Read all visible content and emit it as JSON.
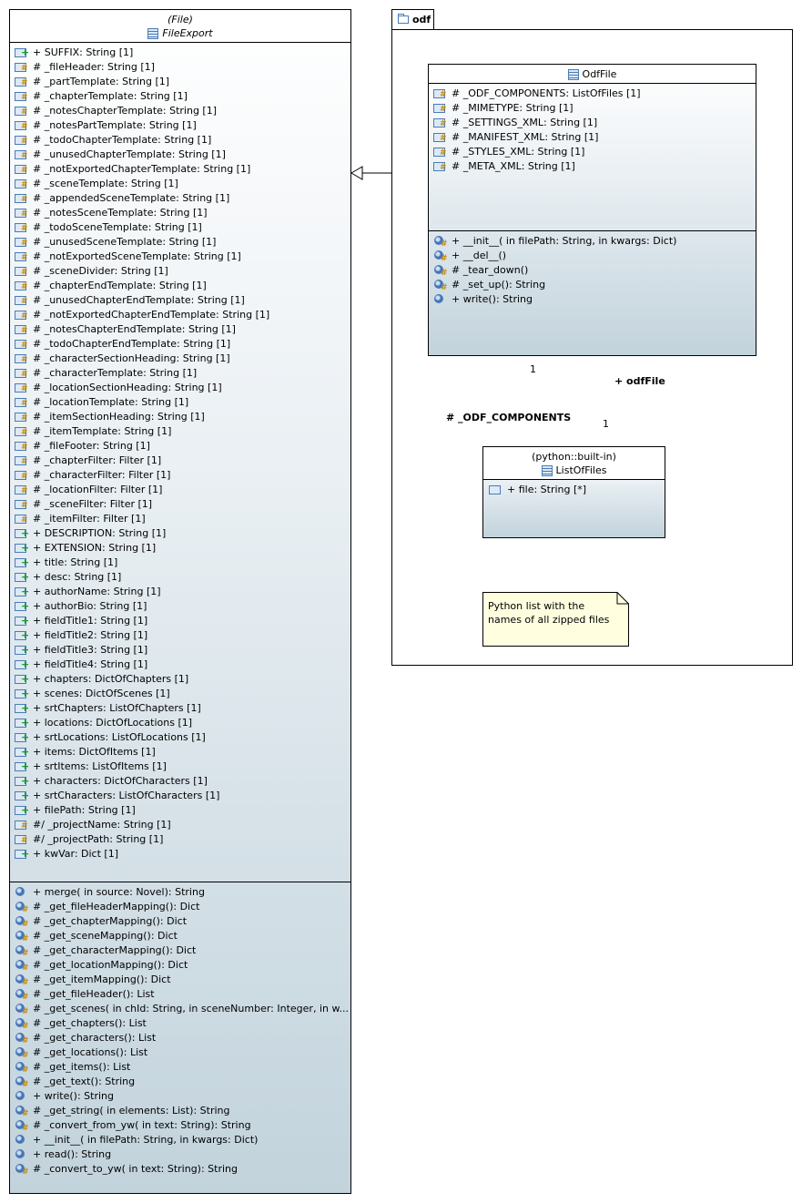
{
  "package": {
    "name": "odf",
    "icon": "folder-icon"
  },
  "file_export": {
    "stereotype": "(File)",
    "name": "FileExport",
    "attributes": [
      {
        "vis": "pub",
        "text": "+ SUFFIX: String [1]"
      },
      {
        "vis": "prot",
        "text": "# _fileHeader: String [1]"
      },
      {
        "vis": "prot",
        "text": "# _partTemplate: String [1]"
      },
      {
        "vis": "prot",
        "text": "# _chapterTemplate: String [1]"
      },
      {
        "vis": "prot",
        "text": "# _notesChapterTemplate: String [1]"
      },
      {
        "vis": "prot",
        "text": "# _notesPartTemplate: String [1]"
      },
      {
        "vis": "prot",
        "text": "# _todoChapterTemplate: String [1]"
      },
      {
        "vis": "prot",
        "text": "# _unusedChapterTemplate: String [1]"
      },
      {
        "vis": "prot",
        "text": "# _notExportedChapterTemplate: String [1]"
      },
      {
        "vis": "prot",
        "text": "# _sceneTemplate: String [1]"
      },
      {
        "vis": "prot",
        "text": "# _appendedSceneTemplate: String [1]"
      },
      {
        "vis": "prot",
        "text": "# _notesSceneTemplate: String [1]"
      },
      {
        "vis": "prot",
        "text": "# _todoSceneTemplate: String [1]"
      },
      {
        "vis": "prot",
        "text": "# _unusedSceneTemplate: String [1]"
      },
      {
        "vis": "prot",
        "text": "# _notExportedSceneTemplate: String [1]"
      },
      {
        "vis": "prot",
        "text": "# _sceneDivider: String [1]"
      },
      {
        "vis": "prot",
        "text": "# _chapterEndTemplate: String [1]"
      },
      {
        "vis": "prot",
        "text": "# _unusedChapterEndTemplate: String [1]"
      },
      {
        "vis": "prot",
        "text": "# _notExportedChapterEndTemplate: String [1]"
      },
      {
        "vis": "prot",
        "text": "# _notesChapterEndTemplate: String [1]"
      },
      {
        "vis": "prot",
        "text": "# _todoChapterEndTemplate: String [1]"
      },
      {
        "vis": "prot",
        "text": "# _characterSectionHeading: String [1]"
      },
      {
        "vis": "prot",
        "text": "# _characterTemplate: String [1]"
      },
      {
        "vis": "prot",
        "text": "# _locationSectionHeading: String [1]"
      },
      {
        "vis": "prot",
        "text": "# _locationTemplate: String [1]"
      },
      {
        "vis": "prot",
        "text": "# _itemSectionHeading: String [1]"
      },
      {
        "vis": "prot",
        "text": "# _itemTemplate: String [1]"
      },
      {
        "vis": "prot",
        "text": "# _fileFooter: String [1]"
      },
      {
        "vis": "prot",
        "text": "# _chapterFilter: Filter [1]"
      },
      {
        "vis": "prot",
        "text": "# _characterFilter: Filter [1]"
      },
      {
        "vis": "prot",
        "text": "# _locationFilter: Filter [1]"
      },
      {
        "vis": "prot",
        "text": "# _sceneFilter: Filter [1]"
      },
      {
        "vis": "prot",
        "text": "# _itemFilter: Filter [1]"
      },
      {
        "vis": "pub",
        "text": "+ DESCRIPTION: String [1]"
      },
      {
        "vis": "pub",
        "text": "+ EXTENSION: String [1]"
      },
      {
        "vis": "pub",
        "text": "+ title: String [1]"
      },
      {
        "vis": "pub",
        "text": "+ desc: String [1]"
      },
      {
        "vis": "pub",
        "text": "+ authorName: String [1]"
      },
      {
        "vis": "pub",
        "text": "+ authorBio: String [1]"
      },
      {
        "vis": "pub",
        "text": "+ fieldTitle1: String [1]"
      },
      {
        "vis": "pub",
        "text": "+ fieldTitle2: String [1]"
      },
      {
        "vis": "pub",
        "text": "+ fieldTitle3: String [1]"
      },
      {
        "vis": "pub",
        "text": "+ fieldTitle4: String [1]"
      },
      {
        "vis": "pub",
        "text": "+ chapters: DictOfChapters [1]"
      },
      {
        "vis": "pub",
        "text": "+ scenes: DictOfScenes [1]"
      },
      {
        "vis": "pub",
        "text": "+ srtChapters: ListOfChapters [1]"
      },
      {
        "vis": "pub",
        "text": "+ locations: DictOfLocations [1]"
      },
      {
        "vis": "pub",
        "text": "+ srtLocations: ListOfLocations [1]"
      },
      {
        "vis": "pub",
        "text": "+ items: DictOfItems [1]"
      },
      {
        "vis": "pub",
        "text": "+ srtItems: ListOfItems [1]"
      },
      {
        "vis": "pub",
        "text": "+ characters: DictOfCharacters [1]"
      },
      {
        "vis": "pub",
        "text": "+ srtCharacters: ListOfCharacters [1]"
      },
      {
        "vis": "pub",
        "text": "+ filePath: String [1]"
      },
      {
        "vis": "prot",
        "text": "#/ _projectName: String [1]"
      },
      {
        "vis": "prot",
        "text": "#/ _projectPath: String [1]"
      },
      {
        "vis": "pub",
        "text": "+ kwVar: Dict [1]"
      }
    ],
    "operations": [
      {
        "vis": "pub",
        "text": "+ merge(  in source: Novel): String"
      },
      {
        "vis": "prot",
        "text": "# _get_fileHeaderMapping(): Dict"
      },
      {
        "vis": "prot",
        "text": "# _get_chapterMapping(): Dict"
      },
      {
        "vis": "prot",
        "text": "# _get_sceneMapping(): Dict"
      },
      {
        "vis": "prot",
        "text": "# _get_characterMapping(): Dict"
      },
      {
        "vis": "prot",
        "text": "# _get_locationMapping(): Dict"
      },
      {
        "vis": "prot",
        "text": "# _get_itemMapping(): Dict"
      },
      {
        "vis": "prot",
        "text": "# _get_fileHeader(): List"
      },
      {
        "vis": "prot",
        "text": "# _get_scenes(  in chId: String,   in sceneNumber: Integer,   in w..."
      },
      {
        "vis": "prot",
        "text": "# _get_chapters(): List"
      },
      {
        "vis": "prot",
        "text": "# _get_characters(): List"
      },
      {
        "vis": "prot",
        "text": "# _get_locations(): List"
      },
      {
        "vis": "prot",
        "text": "# _get_items(): List"
      },
      {
        "vis": "prot",
        "text": "# _get_text(): String"
      },
      {
        "vis": "pub",
        "text": "+ write(): String"
      },
      {
        "vis": "prot",
        "text": "# _get_string(  in elements: List): String"
      },
      {
        "vis": "prot",
        "text": "# _convert_from_yw(  in text: String): String"
      },
      {
        "vis": "pub",
        "text": "+ __init__(  in filePath: String,   in kwargs: Dict)"
      },
      {
        "vis": "pub",
        "text": "+ read(): String"
      },
      {
        "vis": "prot",
        "text": "# _convert_to_yw(  in text: String): String"
      }
    ]
  },
  "odf_file": {
    "name": "OdfFile",
    "attributes": [
      {
        "vis": "prot",
        "text": "# _ODF_COMPONENTS: ListOfFiles [1]"
      },
      {
        "vis": "prot",
        "text": "# _MIMETYPE: String [1]"
      },
      {
        "vis": "prot",
        "text": "# _SETTINGS_XML: String [1]"
      },
      {
        "vis": "prot",
        "text": "# _MANIFEST_XML: String [1]"
      },
      {
        "vis": "prot",
        "text": "# _STYLES_XML: String [1]"
      },
      {
        "vis": "prot",
        "text": "# _META_XML: String [1]"
      }
    ],
    "operations": [
      {
        "vis": "prot",
        "text": "+ __init__(  in filePath: String,   in kwargs: Dict)"
      },
      {
        "vis": "prot",
        "text": "+ __del__()"
      },
      {
        "vis": "prot",
        "text": "# _tear_down()"
      },
      {
        "vis": "prot",
        "text": "# _set_up(): String"
      },
      {
        "vis": "pub",
        "text": "+ write(): String"
      }
    ]
  },
  "list_of_files": {
    "stereotype": "(python::built-in)",
    "name": "ListOfFiles",
    "attributes": [
      {
        "vis": "plain",
        "text": "+ file: String [*]"
      }
    ]
  },
  "association": {
    "source_multiplicity": "1",
    "source_role": "# _ODF_COMPONENTS",
    "target_role": "+ odfFile",
    "target_multiplicity": "1"
  },
  "note": {
    "lines": [
      "Python list with the",
      "names of all zipped files"
    ]
  }
}
